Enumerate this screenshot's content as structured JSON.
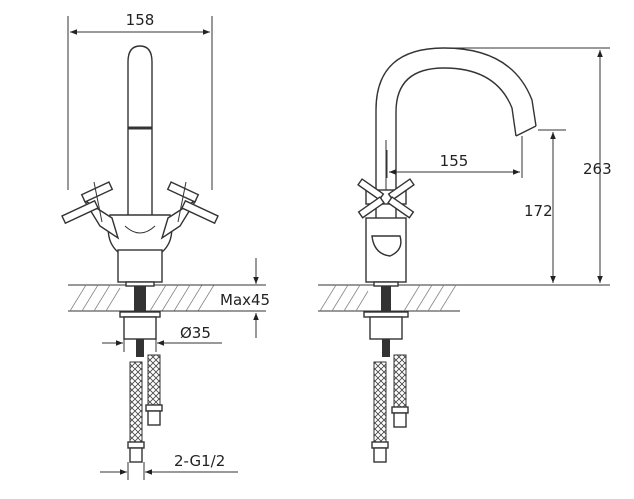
{
  "dimensions": {
    "width_label": "158",
    "reach_label": "155",
    "spout_height_label": "172",
    "total_height_label": "263",
    "max_deck_label": "Max45",
    "hole_dia_label": "Ø35",
    "connection_label": "2-G1/2"
  }
}
